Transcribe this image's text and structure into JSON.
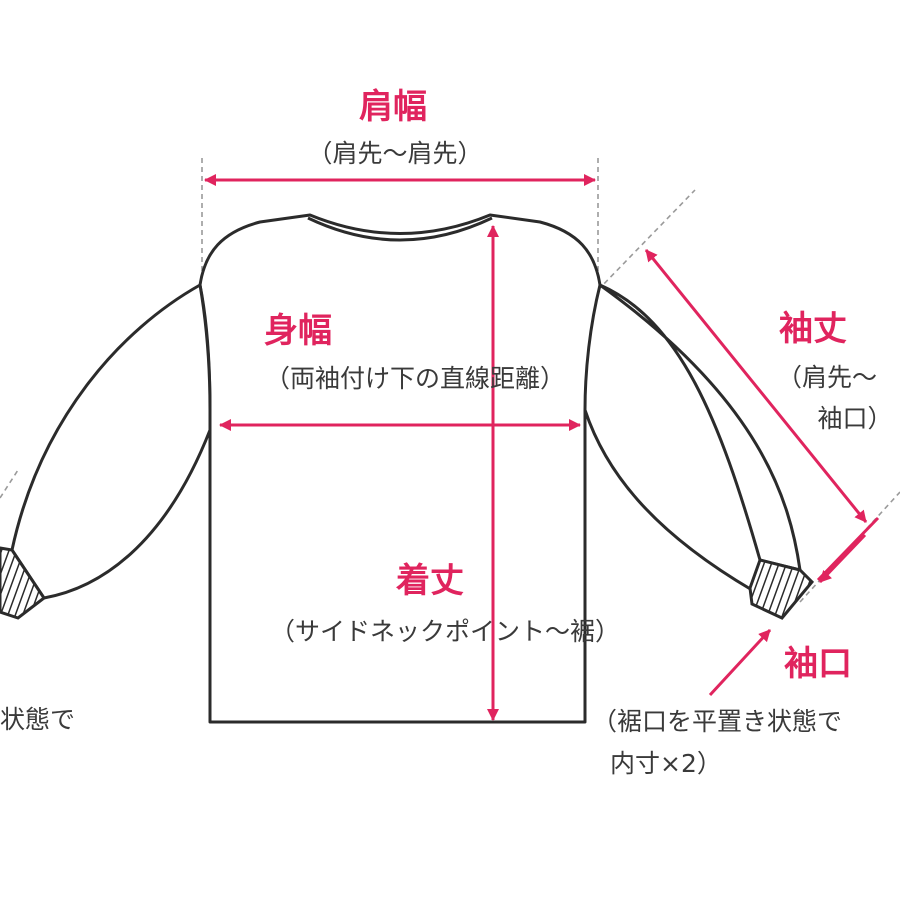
{
  "colors": {
    "accent": "#e0245e",
    "outline": "#2b2b2b",
    "guide": "#9a9a9a",
    "text": "#3a3a3a"
  },
  "labels": {
    "shoulder_title": "肩幅",
    "shoulder_note": "（肩先～肩先）",
    "body_title": "身幅",
    "body_note": "（両袖付け下の直線距離）",
    "length_title": "着丈",
    "length_note": "（サイドネックポイント～裾）",
    "sleeve_title": "袖丈",
    "sleeve_note_1": "（肩先～",
    "sleeve_note_2": "袖口）",
    "cuff_title": "袖口",
    "cuff_note_1": "（裾口を平置き状態で",
    "cuff_note_2": "内寸×2）",
    "left_clipped_note": "状態で"
  }
}
